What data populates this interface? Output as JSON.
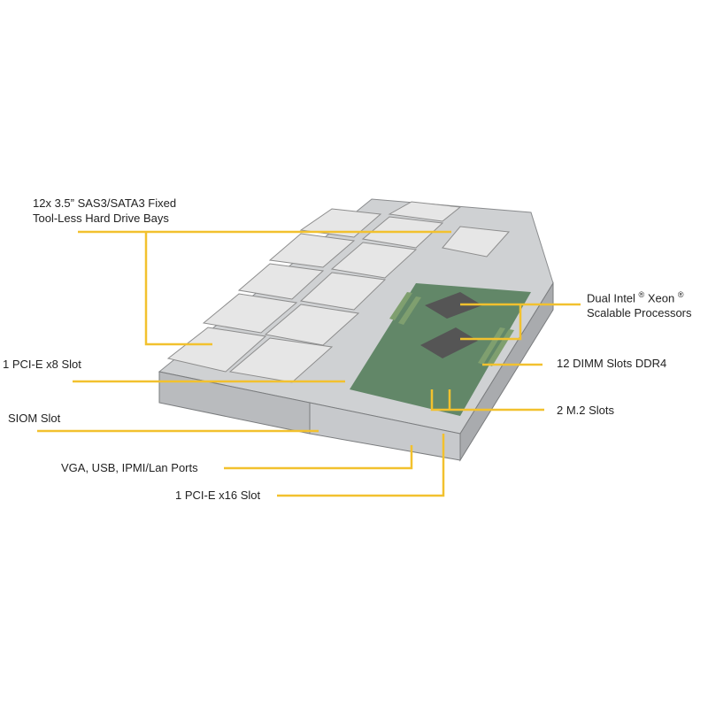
{
  "accent_color": "#f2c12e",
  "labels": {
    "hdd_line1": "12x 3.5” SAS3/SATA3 Fixed",
    "hdd_line2": "Tool-Less Hard Drive Bays",
    "pcie_x8": "1 PCI-E x8 Slot",
    "siom": "SIOM Slot",
    "ports": "VGA, USB, IPMI/Lan  Ports",
    "pcie_x16": "1 PCI-E x16 Slot",
    "cpu_line1_a": "Dual Intel",
    "cpu_reg1": "®",
    "cpu_line1_b": "Xeon",
    "cpu_reg2": "®",
    "cpu_line2": "Scalable Processors",
    "dimm": "12 DIMM Slots DDR4",
    "m2": "2 M.2 Slots"
  }
}
